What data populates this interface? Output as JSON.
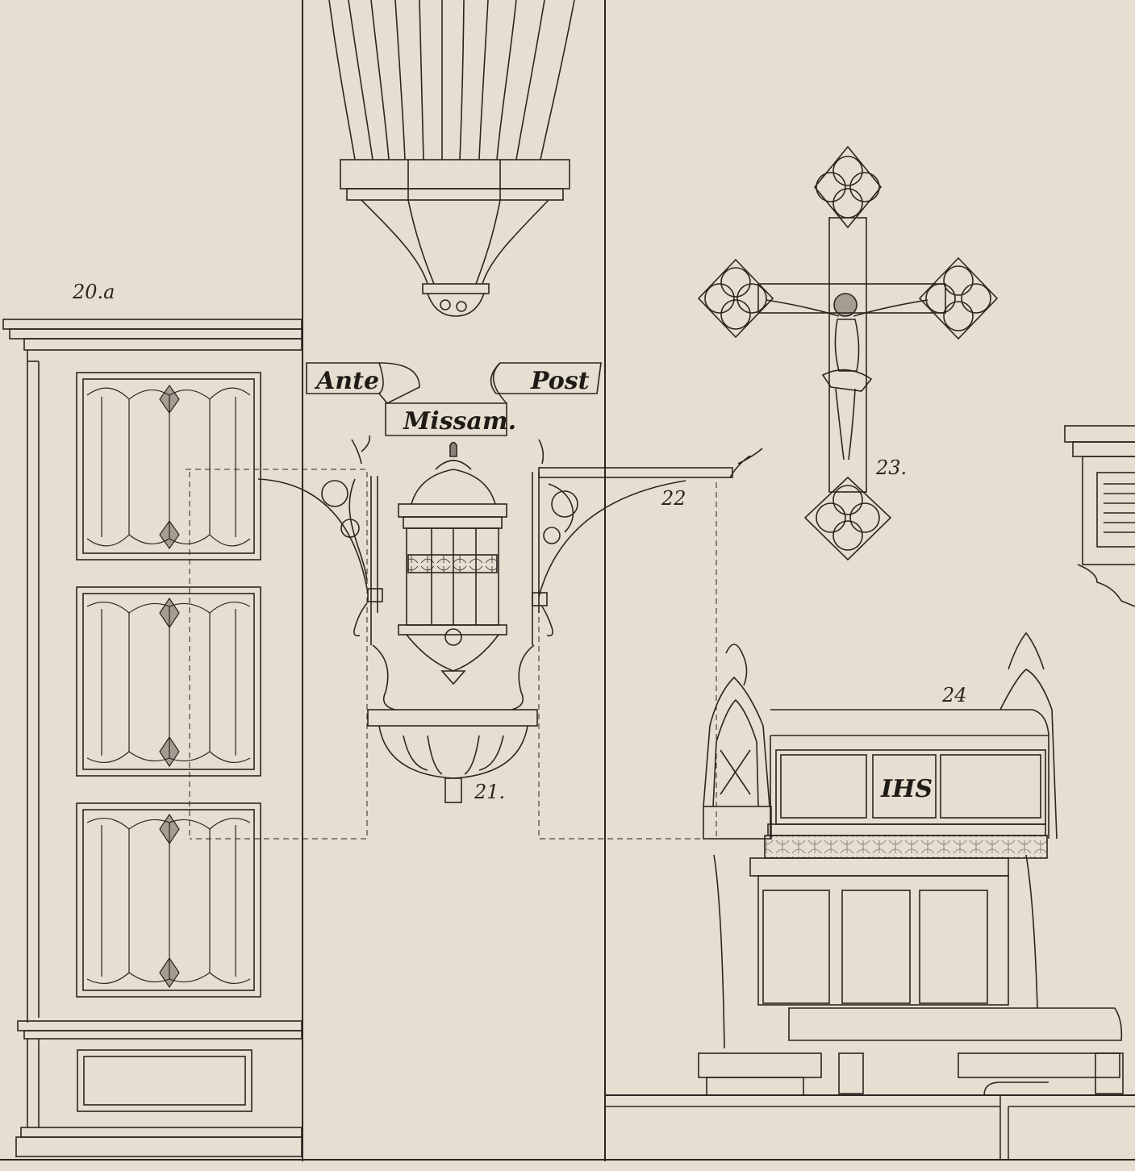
{
  "colors": {
    "paper": "#e6ded0",
    "ink": "#2a2620"
  },
  "labels": {
    "fig20": "20.a",
    "fig21": "21.",
    "fig22": "22",
    "fig23": "23.",
    "fig24": "24"
  },
  "banner": {
    "left": "Ante",
    "right": "Post",
    "center": "Missam."
  },
  "monogram": "IHS"
}
